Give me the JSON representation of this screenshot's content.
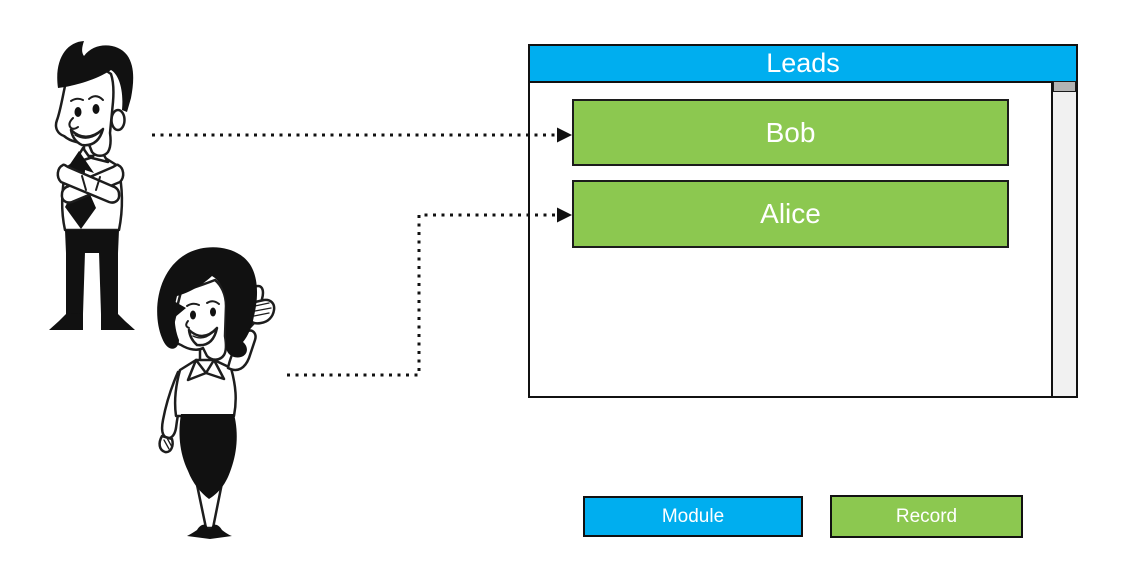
{
  "diagram": {
    "description": "CRM concept diagram: a module window holding records, two people each linked by a dotted arrow to their record"
  },
  "window": {
    "title": "Leads",
    "records": [
      {
        "label": "Bob"
      },
      {
        "label": "Alice"
      }
    ],
    "scrollbar": {
      "present": true,
      "thumb_position": "top"
    }
  },
  "legend": {
    "items": [
      {
        "label": "Module",
        "color": "#00AEEF"
      },
      {
        "label": "Record",
        "color": "#8CC850"
      }
    ]
  },
  "arrows": [
    {
      "from": "man-illustration",
      "to": "record-bob",
      "style": "dotted"
    },
    {
      "from": "woman-illustration",
      "to": "record-alice",
      "style": "dotted"
    }
  ],
  "colors": {
    "module_blue": "#00AEEF",
    "record_green": "#8CC850",
    "outline_black": "#111111",
    "scrollbar_track": "#F1F1F1",
    "scrollbar_thumb": "#B3B3B3",
    "text_white": "#FFFFFF"
  }
}
